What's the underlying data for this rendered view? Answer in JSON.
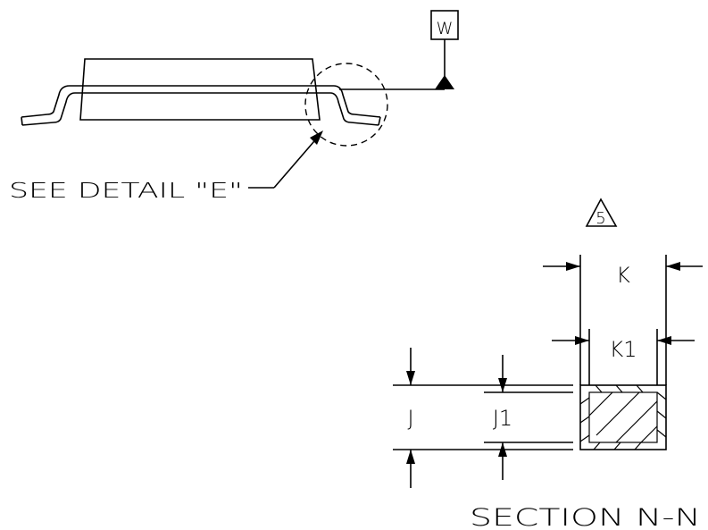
{
  "datum_label": "W",
  "detail_callout": "SEE DETAIL \"E\"",
  "note_number": "5",
  "dim_k": "K",
  "dim_k1": "K1",
  "dim_j": "J",
  "dim_j1": "J1",
  "section_title": "SECTION N-N"
}
